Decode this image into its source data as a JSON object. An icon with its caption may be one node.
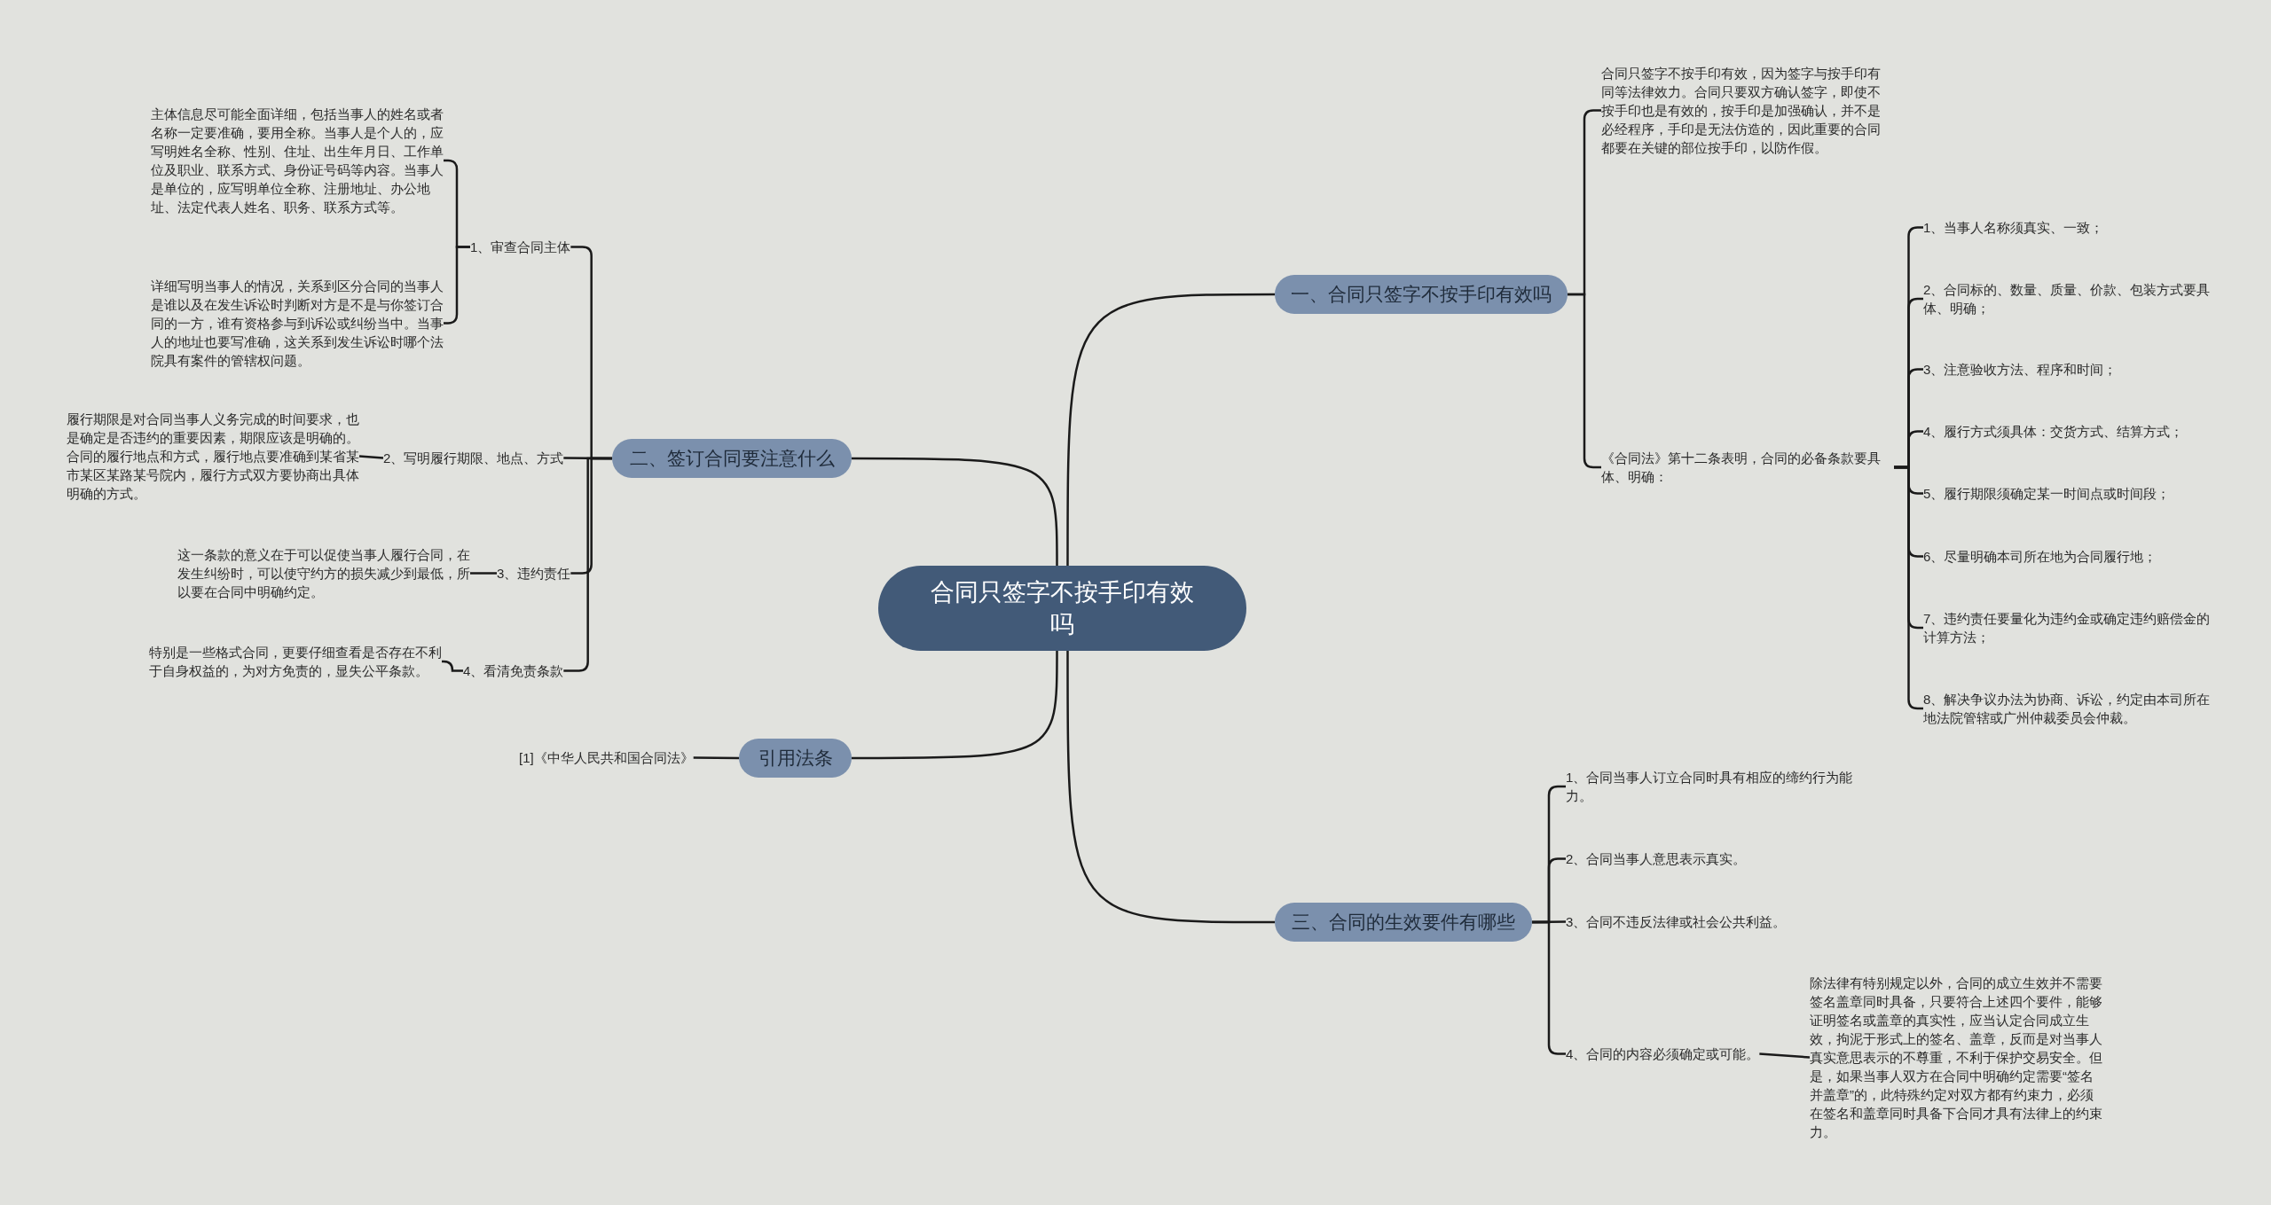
{
  "diagram": {
    "nodes": [
      {
        "text": [
          "合同只签字不按手印有效吗"
        ]
      },
      {
        "text": [
          "一、合同只签字不按手印有效吗"
        ]
      },
      {
        "text": [
          "合同只签字不按手印有效，因为签字与按手印有同等法律效力。合同只要双方确认签字，即使不按手印也是有效的，按手印是加强确认，并不是必经程序，手印是无法仿造的，因此重要的合同都要在关键的部位按手印，以防作假。"
        ]
      },
      {
        "text": [
          "《合同法》第十二条表明，合同的必备条款要具体、明确："
        ]
      },
      {
        "text": [
          "1、当事人名称须真实、一致；"
        ]
      },
      {
        "text": [
          "2、合同标的、数量、质量、价款、包装方式要具体、明确；"
        ]
      },
      {
        "text": [
          "3、注意验收方法、程序和时间；"
        ]
      },
      {
        "text": [
          "4、履行方式须具体：交货方式、结算方式；"
        ]
      },
      {
        "text": [
          "5、履行期限须确定某一时间点或时间段；"
        ]
      },
      {
        "text": [
          "6、尽量明确本司所在地为合同履行地；"
        ]
      },
      {
        "text": [
          "7、违约责任要量化为违约金或确定违约赔偿金的计算方法；"
        ]
      },
      {
        "text": [
          "8、解决争议办法为协商、诉讼，约定由本司所在地法院管辖或广州仲裁委员会仲裁。"
        ]
      },
      {
        "text": [
          "二、签订合同要注意什么"
        ]
      },
      {
        "text": [
          "1、审查合同主体"
        ]
      },
      {
        "text": [
          "主体信息尽可能全面详细，包括当事人的姓名或者名称一定要准确，要用全称。当事人是个人的，应写明姓名全称、性别、住址、出生年月日、工作单位及职业、联系方式、身份证号码等内容。当事人是单位的，应写明单位全称、注册地址、办公地址、法定代表人姓名、职务、联系方式等。"
        ]
      },
      {
        "text": [
          "详细写明当事人的情况，关系到区分合同的当事人是谁以及在发生诉讼时判断对方是不是与你签订合同的一方，谁有资格参与到诉讼或纠纷当中。当事人的地址也要写准确，这关系到发生诉讼时哪个法院具有案件的管辖权问题。"
        ]
      },
      {
        "text": [
          "2、写明履行期限、地点、方式"
        ]
      },
      {
        "text": [
          "履行期限是对合同当事人义务完成的时间要求，也是确定是否违约的重要因素，期限应该是明确的。合同的履行地点和方式，履行地点要准确到某省某市某区某路某号院内，履行方式双方要协商出具体明确的方式。"
        ]
      },
      {
        "text": [
          "3、违约责任"
        ]
      },
      {
        "text": [
          "这一条款的意义在于可以促使当事人履行合同，在发生纠纷时，可以使守约方的损失减少到最低，所以要在合同中明确约定。"
        ]
      },
      {
        "text": [
          "4、看清免责条款"
        ]
      },
      {
        "text": [
          "特别是一些格式合同，更要仔细查看是否存在不利于自身权益的，为对方免责的，显失公平条款。"
        ]
      },
      {
        "text": [
          "引用法条"
        ]
      },
      {
        "text": [
          "[1]《中华人民共和国合同法》"
        ]
      },
      {
        "text": [
          "三、合同的生效要件有哪些"
        ]
      },
      {
        "text": [
          "1、合同当事人订立合同时具有相应的缔约行为能力。"
        ]
      },
      {
        "text": [
          "2、合同当事人意思表示真实。"
        ]
      },
      {
        "text": [
          "3、合同不违反法律或社会公共利益。"
        ]
      },
      {
        "text": [
          "4、合同的内容必须确定或可能。"
        ]
      },
      {
        "text": [
          "除法律有特别规定以外，合同的成立生效并不需要签名盖章同时具备，只要符合上述四个要件，能够证明签名或盖章的真实性，应当认定合同成立生效，拘泥于形式上的签名、盖章，反而是对当事人真实意思表示的不尊重，不利于保护交易安全。但是，如果当事人双方在合同中明确约定需要“签名并盖章”的，此特殊约定对双方都有约束力，必须在签名和盖章同时具备下合同才具有法律上的约束力。"
        ]
      }
    ],
    "edges": [
      {
        "from": 0,
        "to": 1,
        "arrow": "none"
      },
      {
        "from": 1,
        "to": 2,
        "arrow": "none"
      },
      {
        "from": 1,
        "to": 3,
        "arrow": "none"
      },
      {
        "from": 3,
        "to": 4,
        "arrow": "none"
      },
      {
        "from": 3,
        "to": 5,
        "arrow": "none"
      },
      {
        "from": 3,
        "to": 6,
        "arrow": "none"
      },
      {
        "from": 3,
        "to": 7,
        "arrow": "none"
      },
      {
        "from": 3,
        "to": 8,
        "arrow": "none"
      },
      {
        "from": 3,
        "to": 9,
        "arrow": "none"
      },
      {
        "from": 3,
        "to": 10,
        "arrow": "none"
      },
      {
        "from": 3,
        "to": 11,
        "arrow": "none"
      },
      {
        "from": 0,
        "to": 12,
        "arrow": "none"
      },
      {
        "from": 12,
        "to": 13,
        "arrow": "none"
      },
      {
        "from": 13,
        "to": 14,
        "arrow": "none"
      },
      {
        "from": 13,
        "to": 15,
        "arrow": "none"
      },
      {
        "from": 12,
        "to": 16,
        "arrow": "none"
      },
      {
        "from": 16,
        "to": 17,
        "arrow": "none"
      },
      {
        "from": 12,
        "to": 18,
        "arrow": "none"
      },
      {
        "from": 18,
        "to": 19,
        "arrow": "none"
      },
      {
        "from": 12,
        "to": 20,
        "arrow": "none"
      },
      {
        "from": 20,
        "to": 21,
        "arrow": "none"
      },
      {
        "from": 0,
        "to": 22,
        "arrow": "none"
      },
      {
        "from": 22,
        "to": 23,
        "arrow": "none"
      },
      {
        "from": 0,
        "to": 24,
        "arrow": "none"
      },
      {
        "from": 24,
        "to": 25,
        "arrow": "none"
      },
      {
        "from": 24,
        "to": 26,
        "arrow": "none"
      },
      {
        "from": 24,
        "to": 27,
        "arrow": "none"
      },
      {
        "from": 24,
        "to": 28,
        "arrow": "none"
      },
      {
        "from": 28,
        "to": 29,
        "arrow": "none"
      }
    ]
  }
}
